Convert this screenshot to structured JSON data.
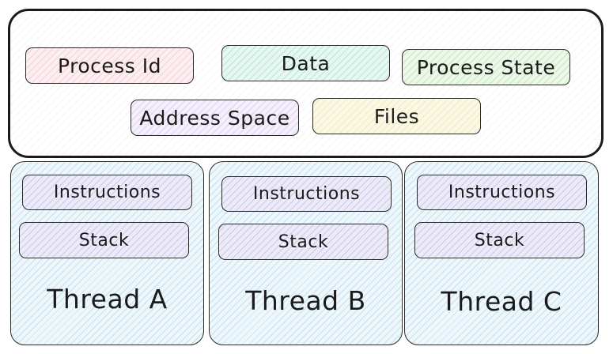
{
  "process": {
    "fields": [
      {
        "label": "Process Id",
        "color": "#fbeff1"
      },
      {
        "label": "Data",
        "color": "#e7f7f1"
      },
      {
        "label": "Process State",
        "color": "#eef8ea"
      },
      {
        "label": "Address Space",
        "color": "#f4effb"
      },
      {
        "label": "Files",
        "color": "#fbf8e6"
      }
    ],
    "border_color": "#1b1b1b"
  },
  "threads": [
    {
      "name": "Thread A",
      "instructions": "Instructions",
      "stack": "Stack"
    },
    {
      "name": "Thread B",
      "instructions": "Instructions",
      "stack": "Stack"
    },
    {
      "name": "Thread C",
      "instructions": "Instructions",
      "stack": "Stack"
    }
  ],
  "colors": {
    "thread_fill": "#eef7fb",
    "thread_chip_fill": "#ecebf8"
  }
}
